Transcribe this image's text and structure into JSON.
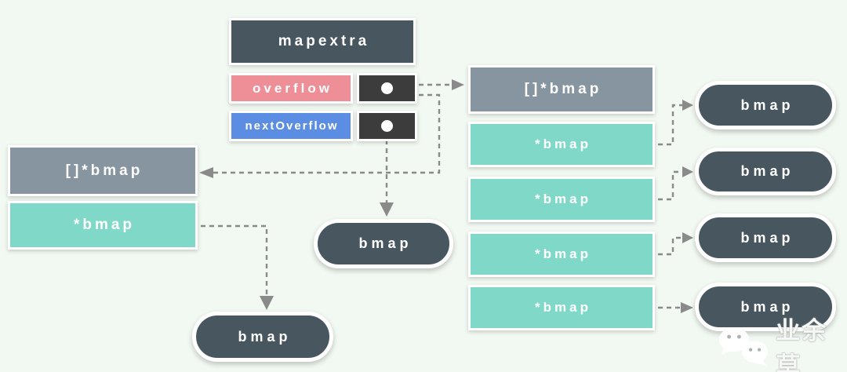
{
  "colors": {
    "background": "#f2f8f2",
    "dark_slate": "#48565f",
    "pointer_box_dark": "#3c3c3c",
    "overflow_pink": "#ee8f97",
    "next_overflow_blue": "#5b8de2",
    "slice_header_gray": "#8795a0",
    "pointer_teal": "#80d8c9",
    "arrow_gray": "#8a8a8a",
    "node_border_white": "#ffffff"
  },
  "diagram": {
    "mapextra": {
      "title": "mapextra",
      "fields": [
        {
          "label": "overflow",
          "pointer_icon": "dot-pointer-icon"
        },
        {
          "label": "nextOverflow",
          "pointer_icon": "dot-pointer-icon"
        }
      ]
    },
    "left_slice": {
      "header": "[]*bmap",
      "rows": [
        "*bmap"
      ]
    },
    "right_slice": {
      "header": "[]*bmap",
      "rows": [
        "*bmap",
        "*bmap",
        "*bmap",
        "*bmap"
      ]
    },
    "buckets": {
      "center": "bmap",
      "bottom_left": "bmap",
      "right": [
        "bmap",
        "bmap",
        "bmap",
        "bmap"
      ]
    }
  },
  "watermark": {
    "text": "业余草",
    "icon": "wechat-icon"
  }
}
